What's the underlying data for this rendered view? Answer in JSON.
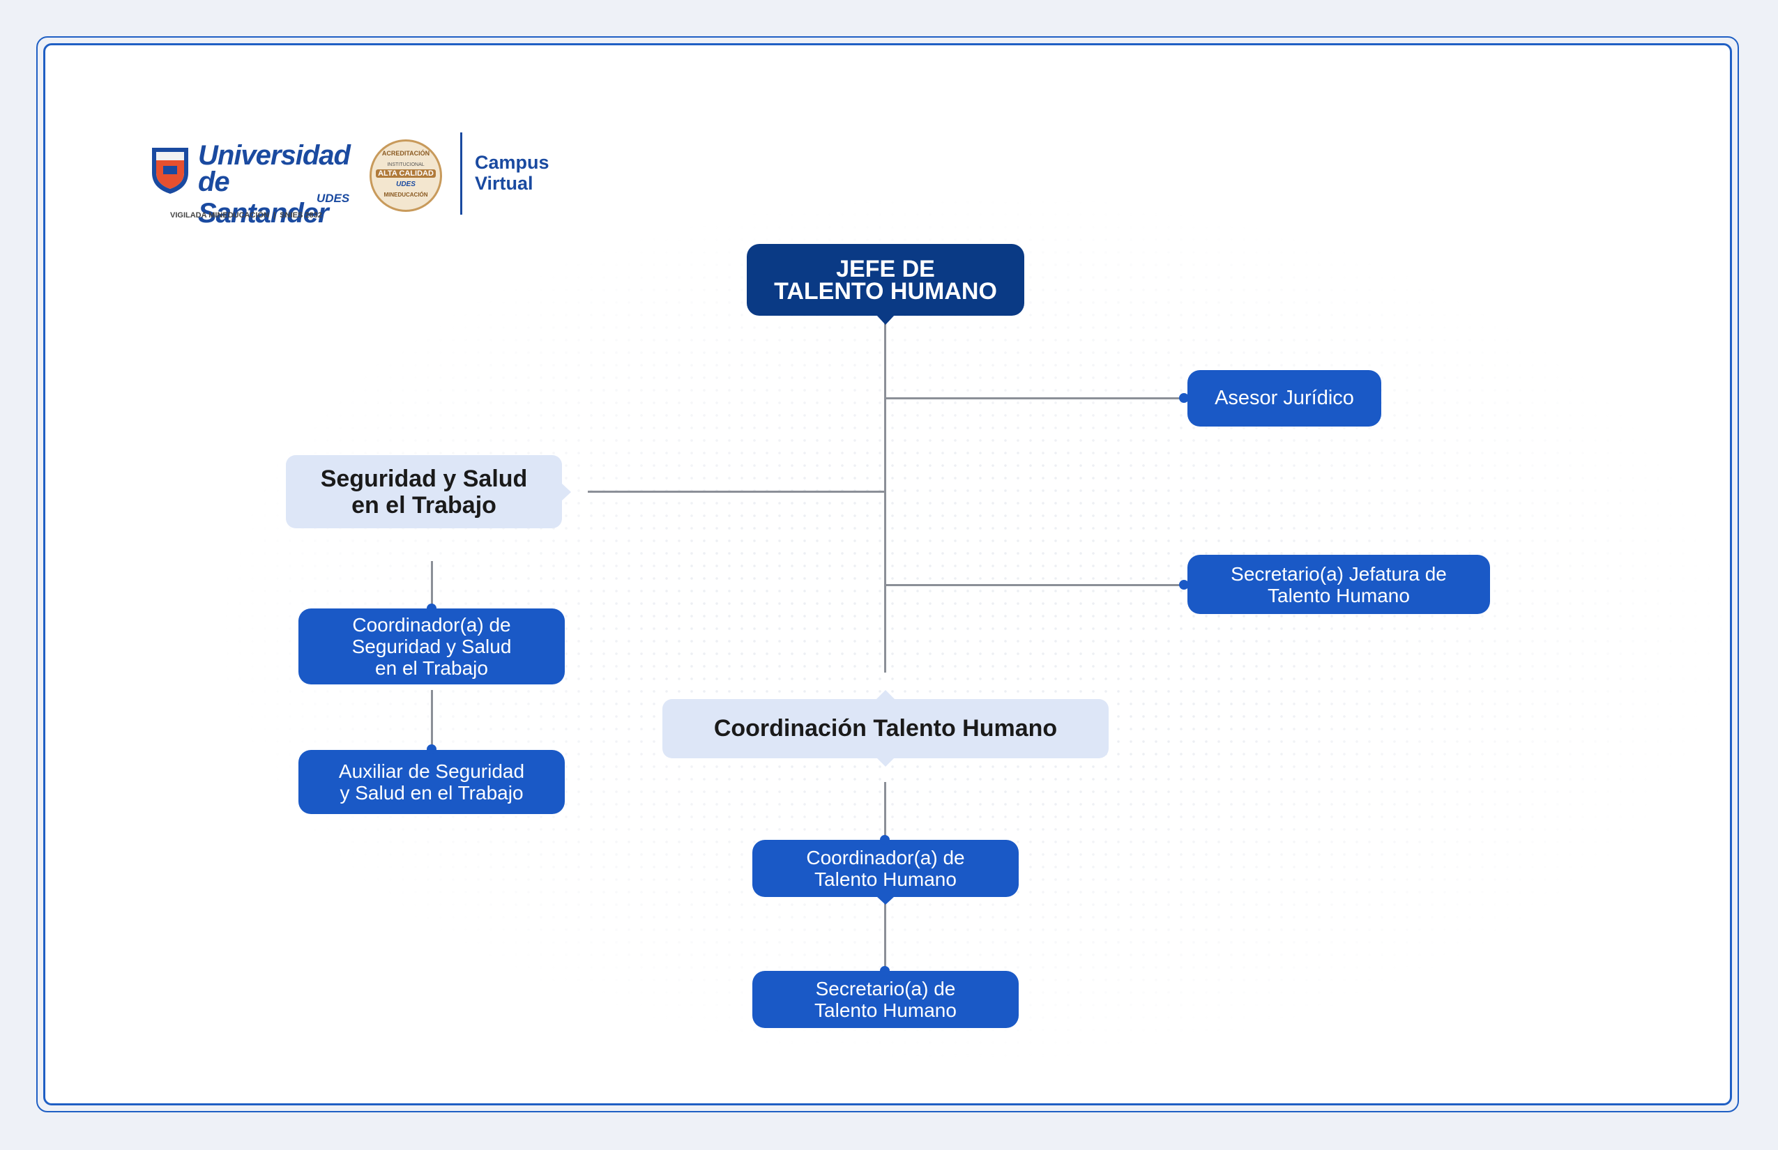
{
  "header": {
    "university_line1": "Universidad",
    "university_line2": "de Santander",
    "university_abbr": "UDES",
    "vigilada": "VIGILADA MINEDUCACIÓN  |  SNIES 2832",
    "seal_top": "ACREDITACIÓN",
    "seal_mid1": "INSTITUCIONAL",
    "seal_mid2": "ALTA CALIDAD",
    "seal_mid3": "UDES",
    "seal_bottom": "MINEDUCACIÓN",
    "campus_line1": "Campus",
    "campus_line2": "Virtual"
  },
  "chart": {
    "root": "JEFE DE\nTALENTO HUMANO",
    "asesor": "Asesor Jurídico",
    "secretario_jefatura": "Secretario(a) Jefatura de\nTalento Humano",
    "sst": "Seguridad y Salud\nen el Trabajo",
    "coord_sst": "Coordinador(a) de\nSeguridad y Salud\nen el Trabajo",
    "aux_sst": "Auxiliar de Seguridad\ny Salud en el Trabajo",
    "coordinacion": "Coordinación Talento Humano",
    "coord_th": "Coordinador(a) de\nTalento Humano",
    "secretario_th": "Secretario(a) de\nTalento Humano"
  },
  "colors": {
    "frame": "#1f5fc4",
    "dark_node": "#0a3a85",
    "blue_node": "#1a59c6",
    "light_node": "#dde6f7"
  }
}
